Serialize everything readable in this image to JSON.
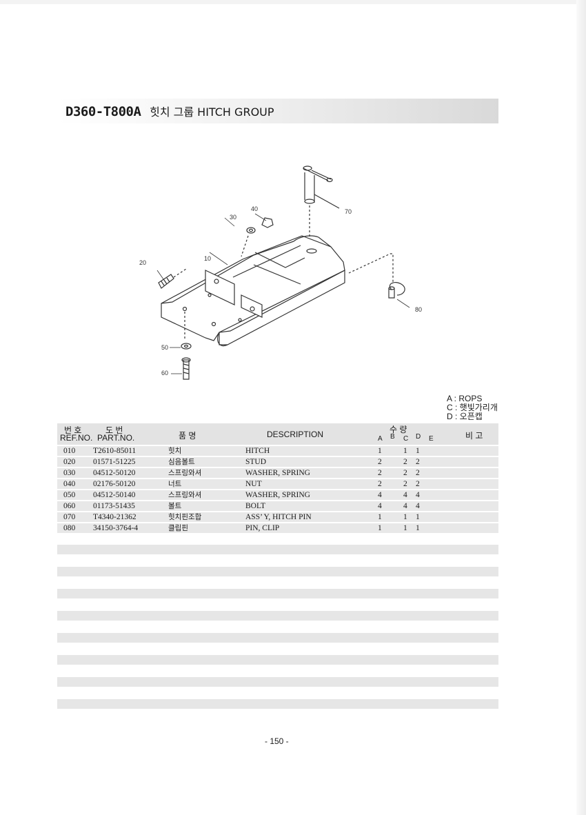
{
  "header": {
    "model": "D360-T800A",
    "name": "힛치 그룹 HITCH GROUP"
  },
  "diagram": {
    "callouts": [
      "10",
      "20",
      "30",
      "40",
      "50",
      "60",
      "70",
      "80"
    ]
  },
  "legend": [
    "A : ROPS",
    "C : 햇빛가리개",
    "D : 오픈캡"
  ],
  "table": {
    "headers": {
      "ref_ko": "번 호",
      "ref_en": "REF.NO.",
      "part_ko": "도 번",
      "part_en": "PART.NO.",
      "name_ko": "품 명",
      "description": "DESCRIPTION",
      "qty_ko": "수 량",
      "cols": [
        "A",
        "B",
        "C",
        "D",
        "E"
      ],
      "remarks": "비 고"
    },
    "rows": [
      {
        "ref": "010",
        "part": "T2610-85011",
        "name": "힛치",
        "desc": "HITCH",
        "a": "1",
        "c": "1",
        "d": "1"
      },
      {
        "ref": "020",
        "part": "01571-51225",
        "name": "심음볼트",
        "desc": "STUD",
        "a": "2",
        "c": "2",
        "d": "2"
      },
      {
        "ref": "030",
        "part": "04512-50120",
        "name": "스프링와셔",
        "desc": "WASHER, SPRING",
        "a": "2",
        "c": "2",
        "d": "2"
      },
      {
        "ref": "040",
        "part": "02176-50120",
        "name": "너트",
        "desc": "NUT",
        "a": "2",
        "c": "2",
        "d": "2"
      },
      {
        "ref": "050",
        "part": "04512-50140",
        "name": "스프링와셔",
        "desc": "WASHER, SPRING",
        "a": "4",
        "c": "4",
        "d": "4"
      },
      {
        "ref": "060",
        "part": "01173-51435",
        "name": "볼트",
        "desc": "BOLT",
        "a": "4",
        "c": "4",
        "d": "4"
      },
      {
        "ref": "070",
        "part": "T4340-21362",
        "name": "힛치핀조합",
        "desc": "ASS’ Y, HITCH PIN",
        "a": "1",
        "c": "1",
        "d": "1"
      },
      {
        "ref": "080",
        "part": "34150-3764-4",
        "name": "클립핀",
        "desc": "PIN, CLIP",
        "a": "1",
        "c": "1",
        "d": "1"
      }
    ]
  },
  "footer": {
    "page": "- 150 -"
  }
}
